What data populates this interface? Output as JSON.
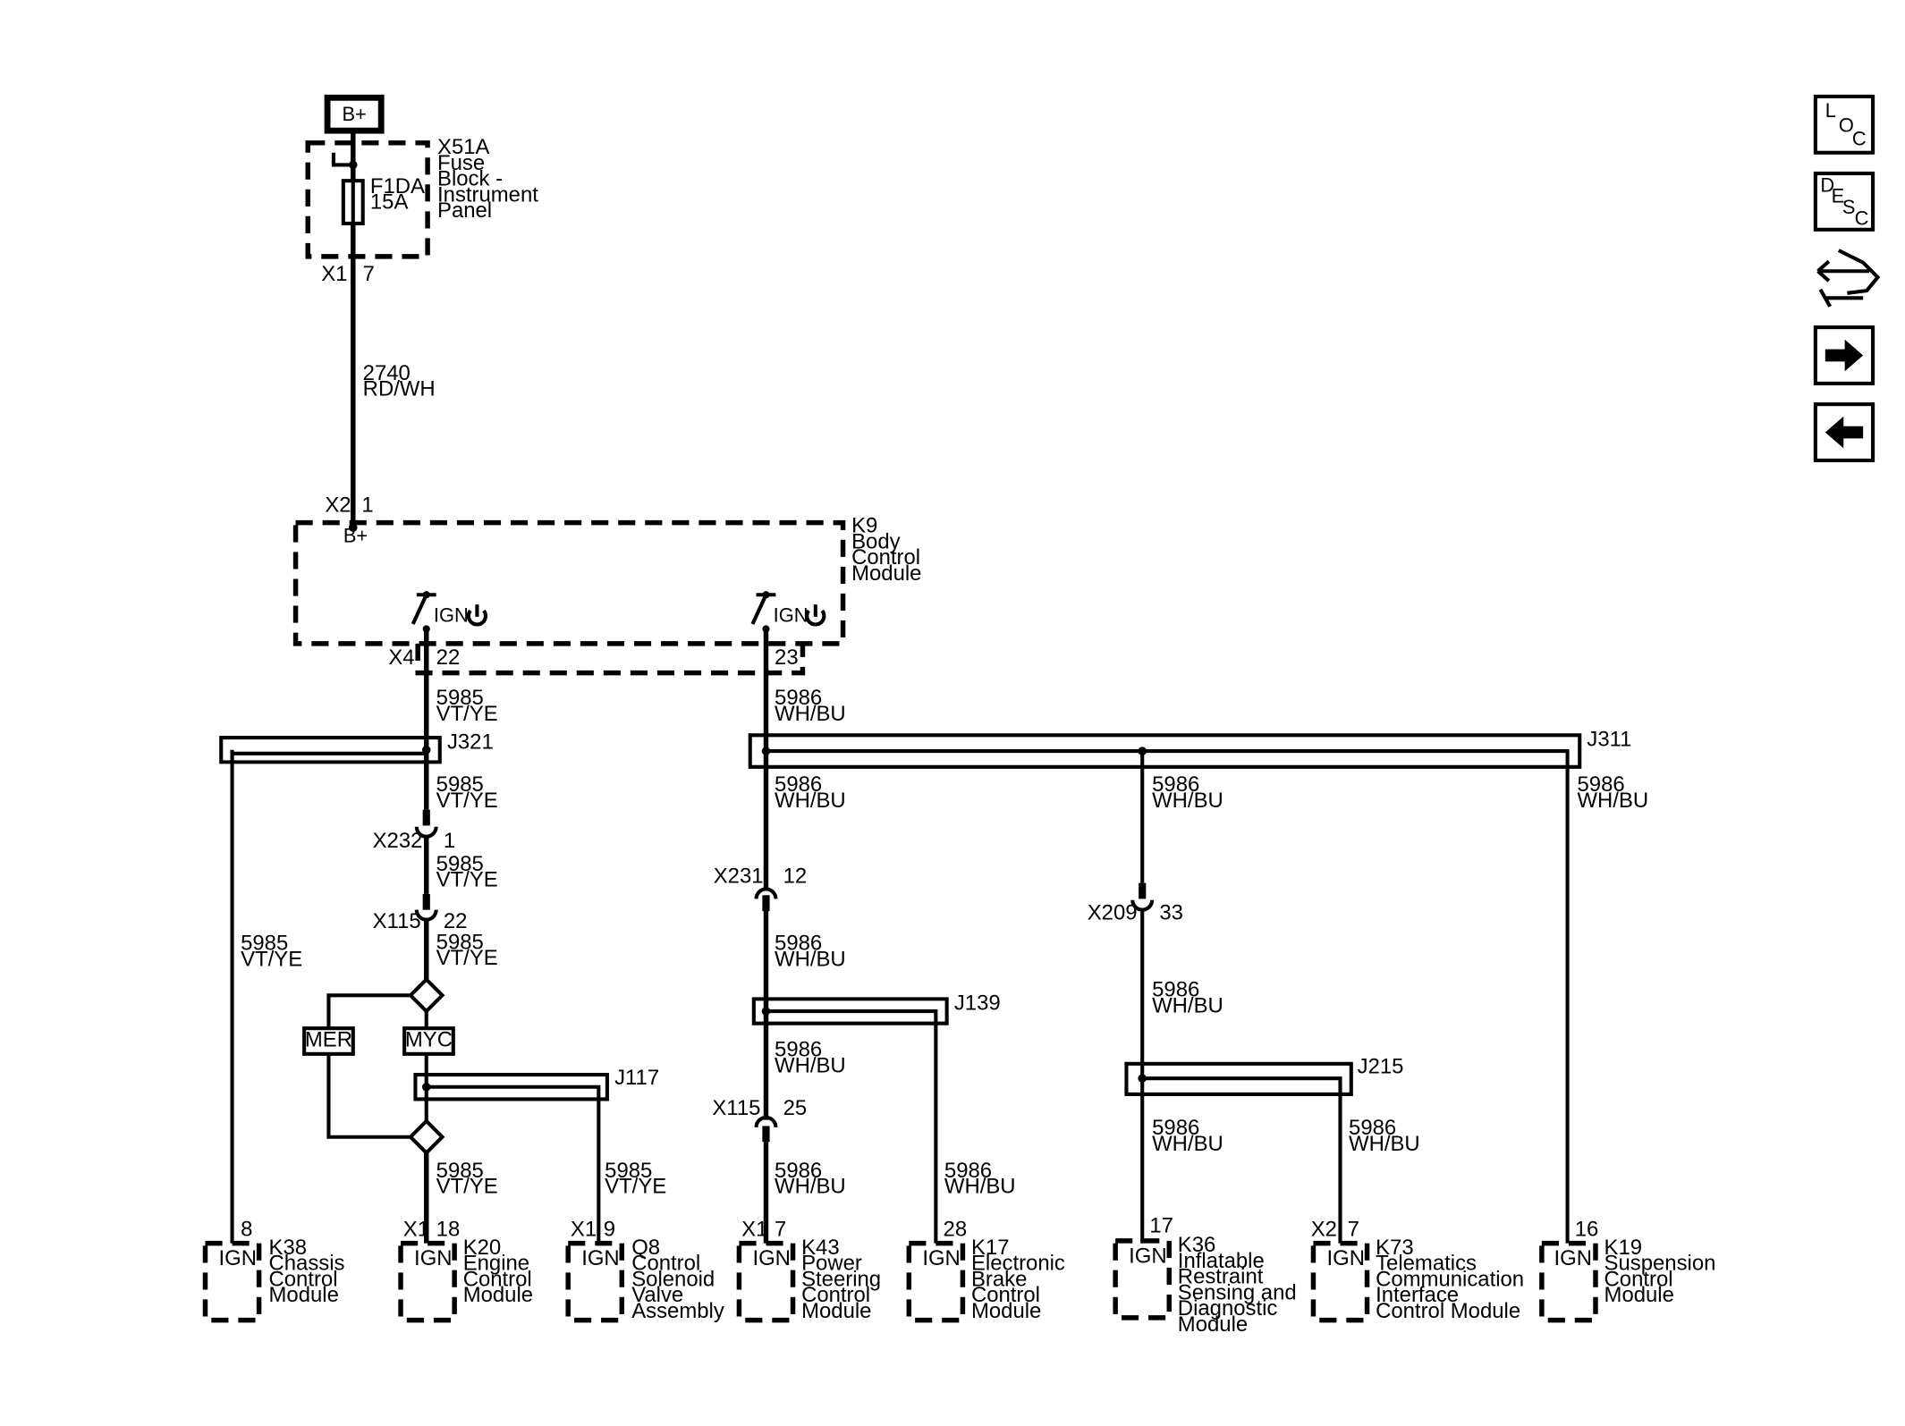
{
  "nav": {
    "loc": [
      "L",
      "O",
      "C"
    ],
    "desc": [
      "D",
      "E",
      "S",
      "C"
    ],
    "buttons": [
      "loc-button",
      "desc-button",
      "connector-tool-icon",
      "forward-arrow-icon",
      "back-arrow-icon"
    ]
  },
  "power": {
    "label": "B+"
  },
  "fuse_block": {
    "ref": "X51A",
    "name": [
      "Fuse",
      "Block -",
      "Instrument",
      "Panel"
    ],
    "fuse": [
      "F1DA",
      "15A"
    ],
    "conn": "X1",
    "pin": "7"
  },
  "feed_wire": {
    "circuit": "2740",
    "color": "RD/WH"
  },
  "bcm": {
    "conn_in": "X2",
    "pin_in": "1",
    "bplus": "B+",
    "ref": "K9",
    "name": [
      "Body",
      "Control",
      "Module"
    ],
    "ign_label": "IGN",
    "conn_out": "X4",
    "pin_a": "22",
    "pin_b": "23"
  },
  "wires": {
    "vt_num": "5985",
    "vt_color": "VT/YE",
    "wh_num": "5986",
    "wh_color": "WH/BU"
  },
  "splices": {
    "j321": "J321",
    "j311": "J311",
    "j117": "J117",
    "j139": "J139",
    "j215": "J215"
  },
  "inline_connectors": {
    "x232": {
      "ref": "X232",
      "pin": "1"
    },
    "x115a": {
      "ref": "X115",
      "pin": "22"
    },
    "x231": {
      "ref": "X231",
      "pin": "12"
    },
    "x209": {
      "ref": "X209",
      "pin": "33"
    },
    "x115b": {
      "ref": "X115",
      "pin": "25"
    }
  },
  "options": {
    "mer": "MER",
    "myc": "MYC"
  },
  "modules": [
    {
      "conn": "",
      "pin": "8",
      "ign": "IGN",
      "ref": "K38",
      "name": [
        "Chassis",
        "Control",
        "Module"
      ]
    },
    {
      "conn": "X1",
      "pin": "18",
      "ign": "IGN",
      "ref": "K20",
      "name": [
        "Engine",
        "Control",
        "Module"
      ]
    },
    {
      "conn": "X1",
      "pin": "9",
      "ign": "IGN",
      "ref": "Q8",
      "name": [
        "Control",
        "Solenoid",
        "Valve",
        "Assembly"
      ]
    },
    {
      "conn": "X1",
      "pin": "7",
      "ign": "IGN",
      "ref": "K43",
      "name": [
        "Power",
        "Steering",
        "Control",
        "Module"
      ]
    },
    {
      "conn": "",
      "pin": "28",
      "ign": "IGN",
      "ref": "K17",
      "name": [
        "Electronic",
        "Brake",
        "Control",
        "Module"
      ]
    },
    {
      "conn": "",
      "pin": "17",
      "ign": "IGN",
      "ref": "K36",
      "name": [
        "Inflatable",
        "Restraint",
        "Sensing and",
        "Diagnostic",
        "Module"
      ]
    },
    {
      "conn": "X2",
      "pin": "7",
      "ign": "IGN",
      "ref": "K73",
      "name": [
        "Telematics",
        "Communication",
        "Interface",
        "Control Module"
      ]
    },
    {
      "conn": "",
      "pin": "16",
      "ign": "IGN",
      "ref": "K19",
      "name": [
        "Suspension",
        "Control",
        "Module"
      ]
    }
  ]
}
